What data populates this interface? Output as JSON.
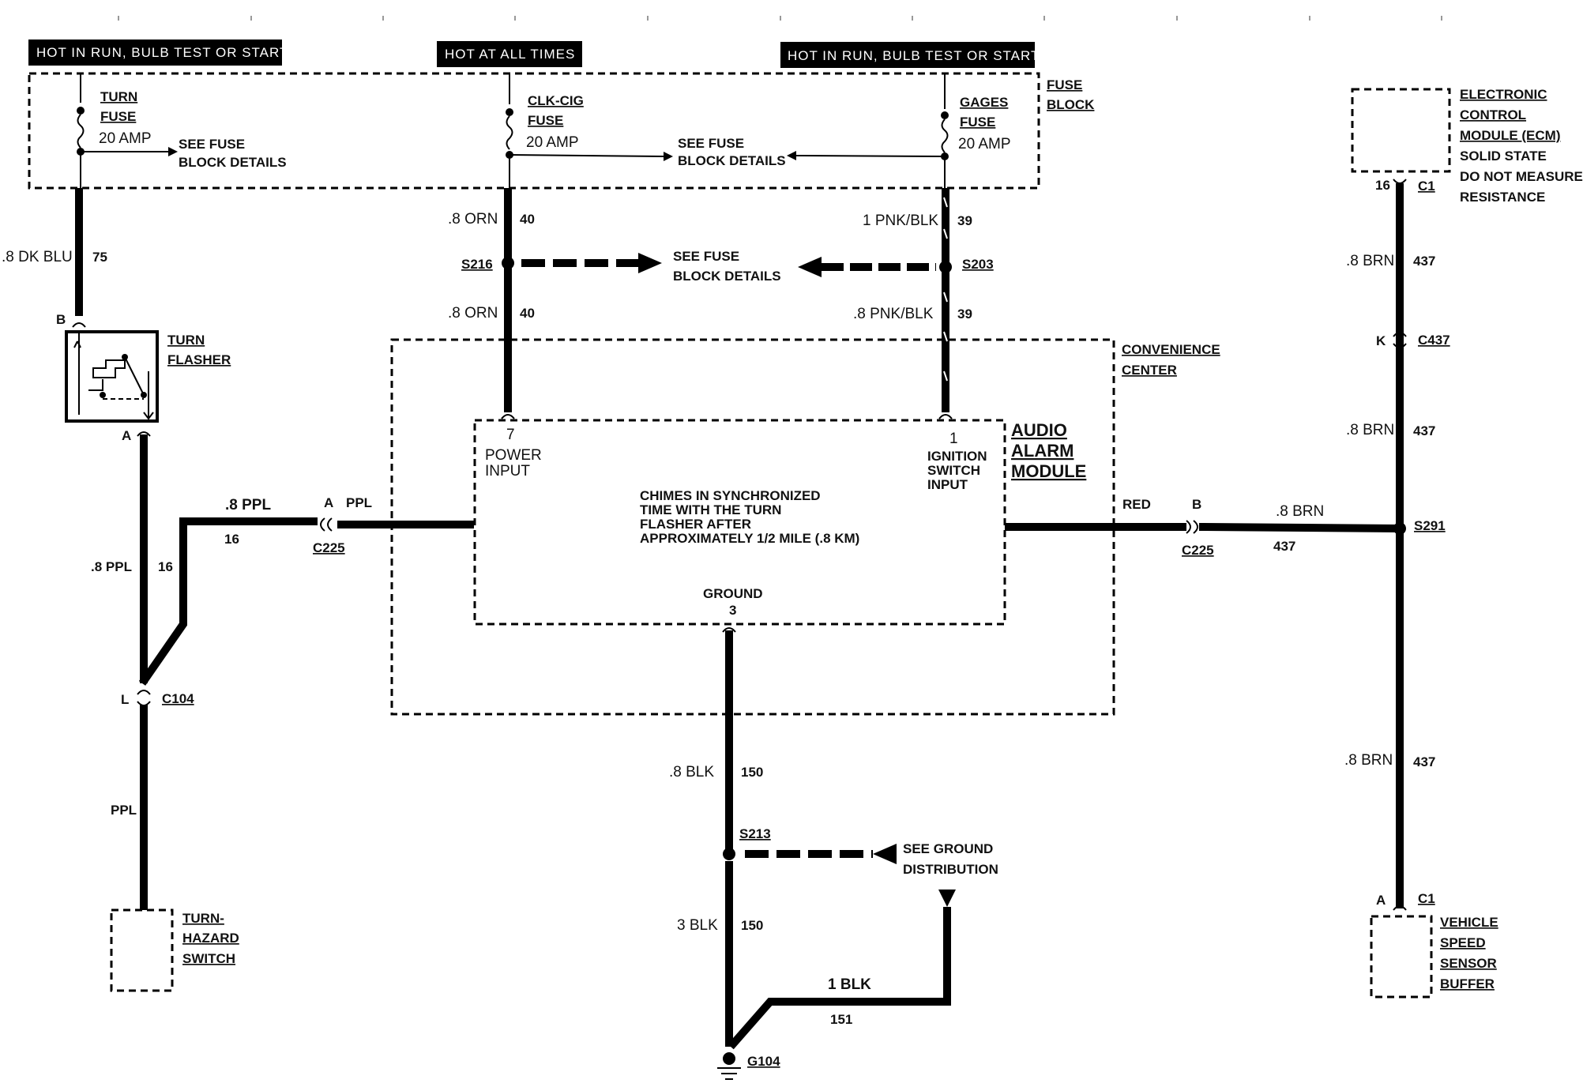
{
  "hot_labels": {
    "left": "HOT IN RUN, BULB TEST OR START",
    "center": "HOT AT ALL TIMES",
    "right": "HOT IN RUN, BULB TEST OR START"
  },
  "fuse_block": {
    "label_line1": "FUSE",
    "label_line2": "BLOCK",
    "turn_fuse": {
      "name_line1": "TURN",
      "name_line2": "FUSE",
      "rating": "20 AMP"
    },
    "clk_cig_fuse": {
      "name_line1": "CLK-CIG",
      "name_line2": "FUSE",
      "rating": "20 AMP"
    },
    "gages_fuse": {
      "name_line1": "GAGES",
      "name_line2": "FUSE",
      "rating": "20 AMP"
    },
    "see_details_1_line1": "SEE FUSE",
    "see_details_1_line2": "BLOCK DETAILS",
    "see_details_2_line1": "SEE FUSE",
    "see_details_2_line2": "BLOCK DETAILS"
  },
  "splices": {
    "s216": "S216",
    "s203": "S203",
    "s213": "S213",
    "s291": "S291",
    "see_fuse_line1": "SEE FUSE",
    "see_fuse_line2": "BLOCK DETAILS",
    "see_ground_line1": "SEE GROUND",
    "see_ground_line2": "DISTRIBUTION"
  },
  "wires": {
    "dk_blu": {
      "size": ".8 DK BLU",
      "circuit": "75"
    },
    "orn_top": {
      "size": ".8 ORN",
      "circuit": "40"
    },
    "orn_bottom": {
      "size": ".8 ORN",
      "circuit": "40"
    },
    "pnk_top": {
      "size": "1 PNK/BLK",
      "circuit": "39"
    },
    "pnk_bottom": {
      "size": ".8 PNK/BLK",
      "circuit": "39"
    },
    "ppl_horizontal": {
      "size": ".8 PPL",
      "circuit": "16"
    },
    "ppl_vertical": {
      "size": ".8 PPL",
      "circuit": "16"
    },
    "ppl_lower": {
      "size": "PPL"
    },
    "ppl_connector": {
      "size": "PPL"
    },
    "red": {
      "size": "RED"
    },
    "brn_horizontal": {
      "size": ".8 BRN",
      "circuit": "437"
    },
    "brn_1": {
      "size": ".8 BRN",
      "circuit": "437"
    },
    "brn_2": {
      "size": ".8 BRN",
      "circuit": "437"
    },
    "brn_3": {
      "size": ".8 BRN",
      "circuit": "437"
    },
    "blk_150_top": {
      "size": ".8 BLK",
      "circuit": "150"
    },
    "blk_150_bottom": {
      "size": "3 BLK",
      "circuit": "150"
    },
    "blk_151": {
      "size": "1 BLK",
      "circuit": "151"
    }
  },
  "connectors": {
    "b_flasher": "B",
    "a_flasher": "A",
    "c225_left_pin": "A",
    "c225_left": "C225",
    "c225_right_pin": "B",
    "c225_right": "C225",
    "c104_pin": "L",
    "c104": "C104",
    "c437_pin": "K",
    "c437": "C437",
    "c1_top_pin": "16",
    "c1_top": "C1",
    "c1_bottom_pin": "A",
    "c1_bottom": "C1",
    "g104": "G104"
  },
  "components": {
    "turn_flasher_line1": "TURN",
    "turn_flasher_line2": "FLASHER",
    "turn_hazard_line1": "TURN-",
    "turn_hazard_line2": "HAZARD",
    "turn_hazard_line3": "SWITCH",
    "convenience_line1": "CONVENIENCE",
    "convenience_line2": "CENTER",
    "audio_line1": "AUDIO",
    "audio_line2": "ALARM",
    "audio_line3": "MODULE",
    "ecm_line1": "ELECTRONIC",
    "ecm_line2": "CONTROL",
    "ecm_line3": "MODULE (ECM)",
    "ecm_line4": "SOLID STATE",
    "ecm_line5": "DO NOT MEASURE",
    "ecm_line6": "RESISTANCE",
    "vss_line1": "VEHICLE",
    "vss_line2": "SPEED",
    "vss_line3": "SENSOR",
    "vss_line4": "BUFFER"
  },
  "module": {
    "pin7": "7",
    "pin7_line1": "POWER",
    "pin7_line2": "INPUT",
    "pin1": "1",
    "pin1_line1": "IGNITION",
    "pin1_line2": "SWITCH",
    "pin1_line3": "INPUT",
    "ground_label": "GROUND",
    "pin3": "3",
    "desc_line1": "CHIMES IN SYNCHRONIZED",
    "desc_line2": "TIME WITH THE TURN",
    "desc_line3": "FLASHER AFTER",
    "desc_line4": "APPROXIMATELY 1/2 MILE (.8 KM)"
  }
}
